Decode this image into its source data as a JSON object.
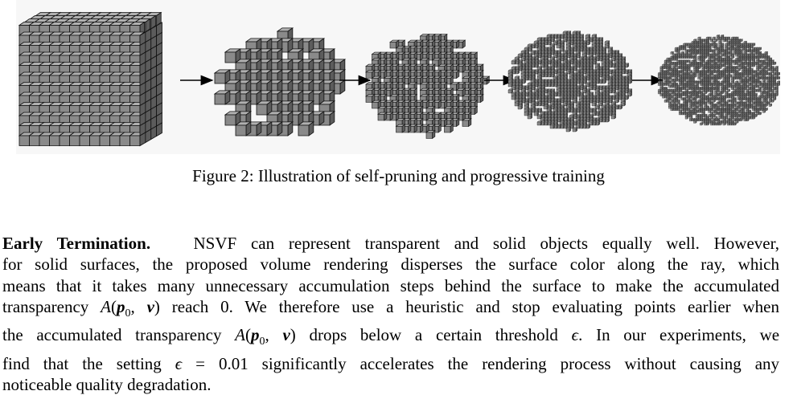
{
  "figure": {
    "caption": "Figure 2: Illustration of self-pruning and progressive training",
    "stages": [
      "dense-grid",
      "pruned-coarse",
      "pruned-medium",
      "pruned-fine",
      "final-shape"
    ],
    "colors": {
      "voxel_face": "#8a8a8a",
      "voxel_top": "#b0b0b0",
      "voxel_side": "#5c5c5c",
      "voxel_edge": "#111111",
      "arrow": "#000000"
    }
  },
  "section": {
    "heading": "Early Termination.",
    "lines": [
      "NSVF can represent transparent and solid objects equally well. However,",
      "for solid surfaces, the proposed volume rendering disperses the surface color along the ray, which",
      "means that it takes many unnecessary accumulation steps behind the surface to make the accumulated",
      "transparency",
      "reach 0. We therefore use a heuristic and stop evaluating points earlier when",
      "the accumulated transparency",
      "drops below a certain threshold",
      ". In our experiments, we",
      "find that the setting",
      "significantly accelerates the rendering process without causing any",
      "noticeable quality degradation."
    ],
    "math": {
      "A": "A",
      "open": "(",
      "p": "p",
      "sub0": "0",
      "comma": ", ",
      "v": "v",
      "close": ")",
      "epsilon": "ϵ",
      "equals": " = ",
      "value": "0.01"
    }
  }
}
